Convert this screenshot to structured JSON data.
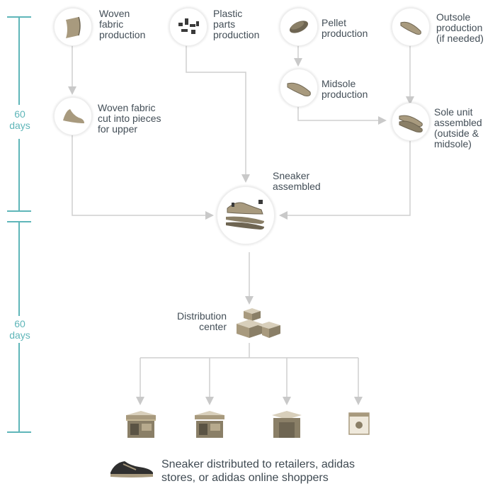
{
  "timeline": {
    "phase1": "60\ndays",
    "phase2": "60\ndays"
  },
  "nodes": {
    "woven_fabric": "Woven\nfabric\nproduction",
    "plastic_parts": "Plastic\nparts\nproduction",
    "pellet": "Pellet\nproduction",
    "outsole": "Outsole\nproduction\n(if needed)",
    "midsole": "Midsole\nproduction",
    "fabric_cut": "Woven fabric\ncut into pieces\nfor upper",
    "sole_unit": "Sole unit\nassembled\n(outside &\nmidsole)",
    "sneaker_assembled": "Sneaker\nassembled",
    "distribution": "Distribution\ncenter"
  },
  "footer": {
    "text": "Sneaker distributed to retailers, adidas\nstores, or adidas online shoppers"
  },
  "colors": {
    "timeline": "#5fb6b9",
    "arrow": "#c9c9c9",
    "icon": "#a89a7e",
    "icon_dark": "#6e6552"
  }
}
